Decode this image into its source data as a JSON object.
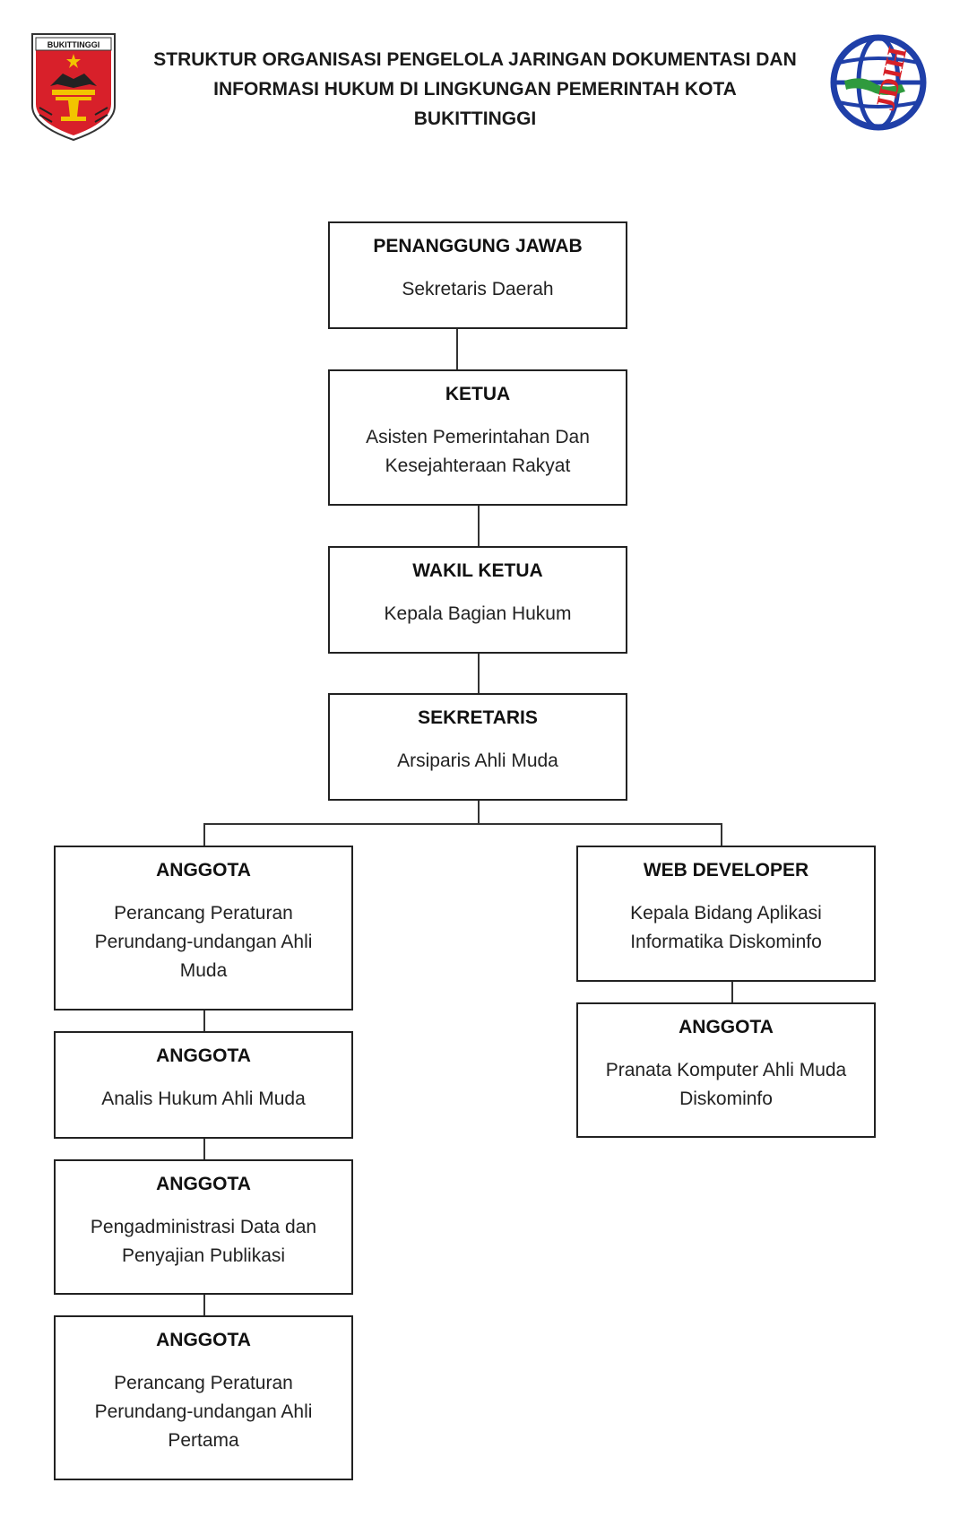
{
  "header": {
    "title_lines": [
      "STRUKTUR ORGANISASI PENGELOLA JARINGAN DOKUMENTASI DAN",
      "INFORMASI HUKUM DI LINGKUNGAN PEMERINTAH KOTA",
      "BUKITTINGGI"
    ],
    "left_logo_text": "BUKITTINGGI",
    "right_logo_text": "JDIH"
  },
  "colors": {
    "shield_red": "#d8202a",
    "shield_gold": "#f2c400",
    "globe_blue": "#1f3fa8",
    "logo_red": "#d62027",
    "logo_green": "#2f9a3e"
  },
  "nodes": {
    "penanggung_jawab": {
      "role": "PENANGGUNG JAWAB",
      "desc": "Sekretaris Daerah"
    },
    "ketua": {
      "role": "KETUA",
      "desc": "Asisten Pemerintahan Dan Kesejahteraan Rakyat"
    },
    "wakil_ketua": {
      "role": "WAKIL KETUA",
      "desc": "Kepala Bagian Hukum"
    },
    "sekretaris": {
      "role": "SEKRETARIS",
      "desc": "Arsiparis Ahli Muda"
    },
    "anggota_1": {
      "role": "ANGGOTA",
      "desc": "Perancang Peraturan Perundang-undangan Ahli Muda"
    },
    "anggota_2": {
      "role": "ANGGOTA",
      "desc": "Analis Hukum Ahli Muda"
    },
    "anggota_3": {
      "role": "ANGGOTA",
      "desc": "Pengadministrasi Data dan Penyajian Publikasi"
    },
    "anggota_4": {
      "role": "ANGGOTA",
      "desc": "Perancang Peraturan Perundang-undangan Ahli Pertama"
    },
    "web_developer": {
      "role": "WEB DEVELOPER",
      "desc": "Kepala Bidang Aplikasi Informatika Diskominfo"
    },
    "anggota_web": {
      "role": "ANGGOTA",
      "desc": "Pranata Komputer Ahli Muda Diskominfo"
    }
  }
}
